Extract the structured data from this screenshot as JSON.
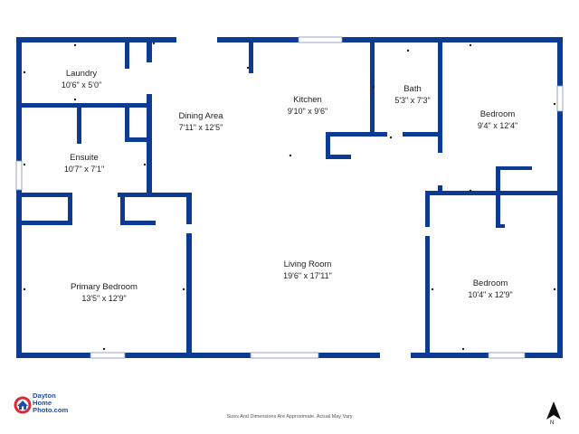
{
  "rooms": [
    {
      "id": "laundry",
      "name": "Laundry",
      "dims": "10'6\" x 5'0\""
    },
    {
      "id": "ensuite",
      "name": "Ensuite",
      "dims": "10'7\" x 7'1\""
    },
    {
      "id": "dining",
      "name": "Dining Area",
      "dims": "7'11\" x 12'5\""
    },
    {
      "id": "kitchen",
      "name": "Kitchen",
      "dims": "9'10\" x 9'6\""
    },
    {
      "id": "bath",
      "name": "Bath",
      "dims": "5'3\" x 7'3\""
    },
    {
      "id": "bedroom_ne",
      "name": "Bedroom",
      "dims": "9'4\" x 12'4\""
    },
    {
      "id": "primary",
      "name": "Primary Bedroom",
      "dims": "13'5\" x 12'9\""
    },
    {
      "id": "living",
      "name": "Living Room",
      "dims": "19'6\" x 17'11\""
    },
    {
      "id": "bedroom_se",
      "name": "Bedroom",
      "dims": "10'4\" x 12'9\""
    }
  ],
  "disclaimer": "Sizes And Dimensions Are Approximate. Actual May Vary",
  "logo": {
    "line1": "Dayton",
    "line2": "Home",
    "line3": "Photo.com",
    "color": "#1f4e9e",
    "accent": "#d9282f"
  },
  "compass": {
    "label": "N",
    "icon": "north-arrow"
  },
  "colors": {
    "wall": "#0d3a93",
    "text": "#222222"
  }
}
